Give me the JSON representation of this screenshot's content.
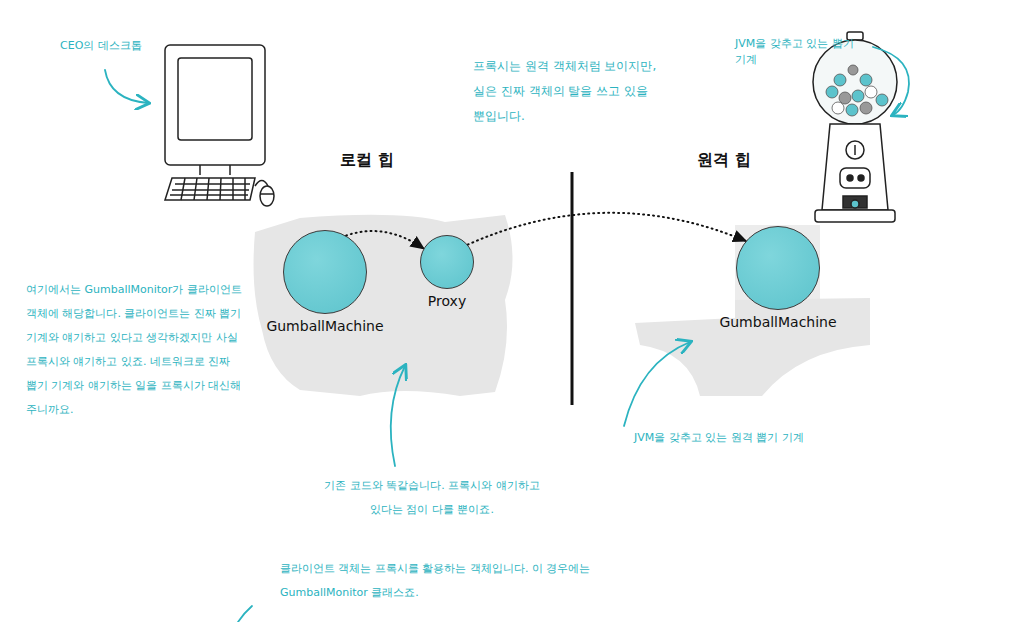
{
  "diagram": {
    "nodes": [
      {
        "text": [
          "GumballMachine"
        ]
      },
      {
        "text": [
          "Proxy"
        ]
      },
      {
        "text": [
          "GumballMachine"
        ]
      }
    ],
    "edges": [
      {
        "from": 0,
        "to": 1,
        "arrow": "to"
      },
      {
        "from": 1,
        "to": 2,
        "arrow": "to"
      }
    ],
    "labels": [
      "CEO의 데스크톱",
      "프록시는 원격 객체처럼 보이지만, 실은 진짜 객체의 탈을 쓰고 있을 뿐입니다.",
      "JVM을 갖추고 있는 뽑기 기계",
      "로컬 힙",
      "원격 힙",
      "여기에서는 GumballMonitor가 클라이언트 객체에 해당합니다. 클라이언트는 진짜 뽑기 기계와 얘기하고 있다고 생각하겠지만 사실 프록시와 얘기하고 있죠. 네트워크로 진짜 뽑기 기계와 얘기하는 일을 프록시가 대신해 주니까요.",
      "기존 코드와 똑같습니다. 프록시와 얘기하고 있다는 점이 다를 뿐이죠.",
      "JVM을 갖추고 있는 원격 뽑기 기계",
      "클라이언트 객체는 프록시를 활용하는 객체입니다. 이 경우에는 GumballMonitor 클래스죠."
    ]
  }
}
